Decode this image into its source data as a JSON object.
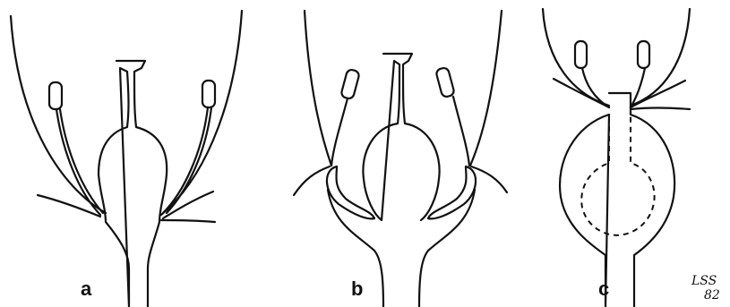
{
  "panels": [
    {
      "id": "a",
      "label": "a"
    },
    {
      "id": "b",
      "label": "b"
    },
    {
      "id": "c",
      "label": "c"
    }
  ],
  "signature": {
    "line1": "LSS",
    "line2": "82"
  },
  "colors": {
    "ink": "#111111",
    "background": "#ffffff"
  }
}
